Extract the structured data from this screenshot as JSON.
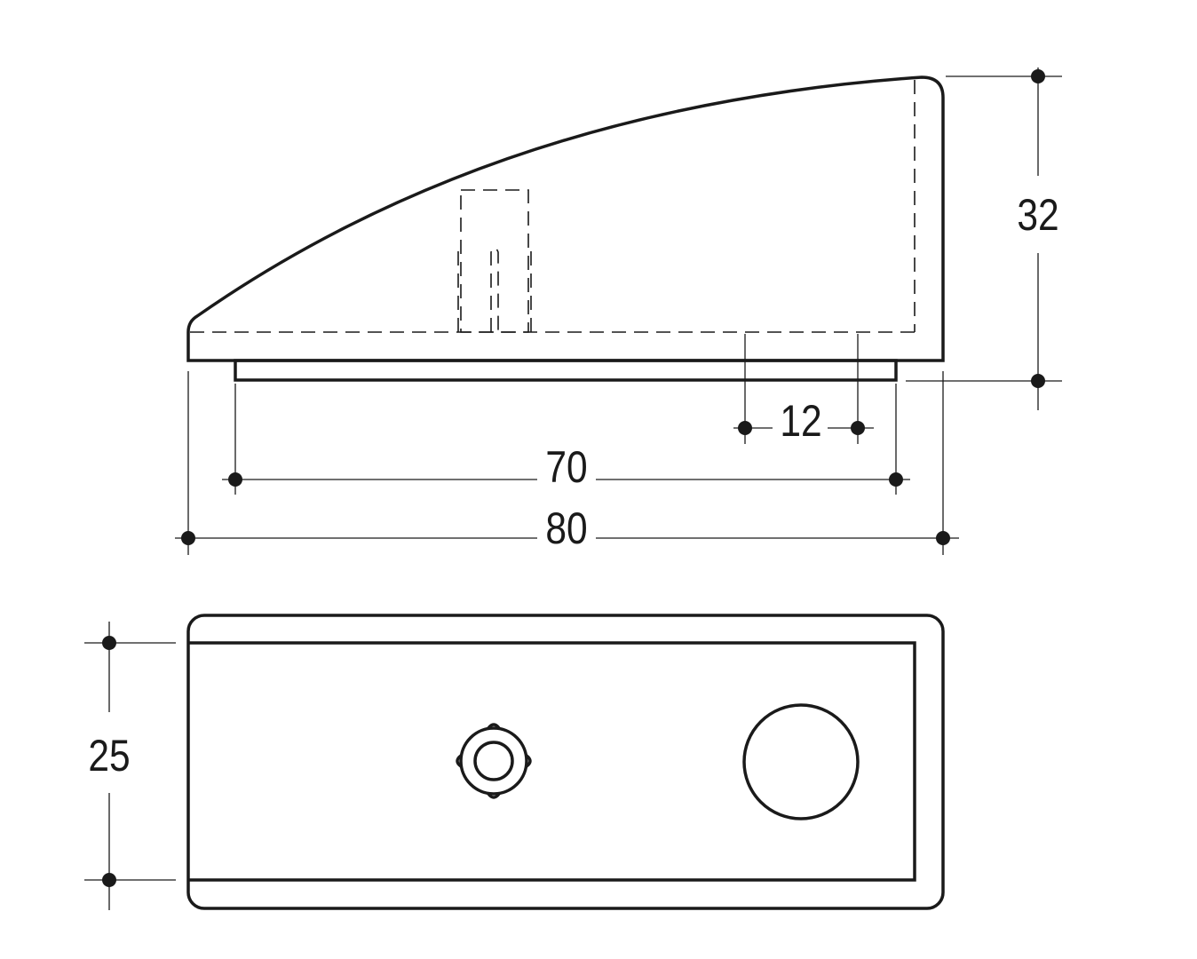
{
  "dimensions": {
    "height": "32",
    "slot": "12",
    "base_length": "70",
    "total_length": "80",
    "width": "25"
  }
}
